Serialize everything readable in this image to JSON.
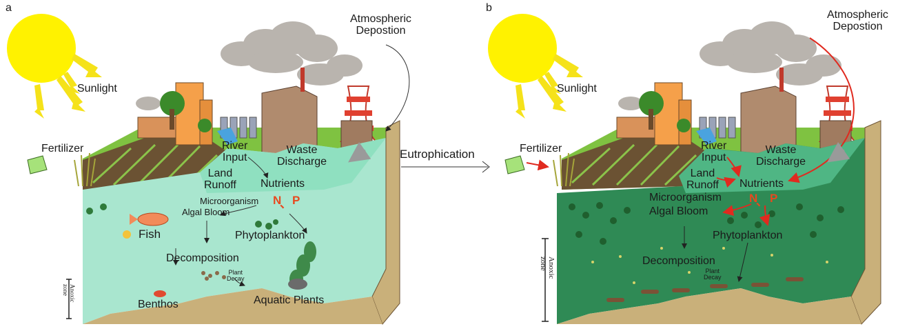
{
  "panel_a": {
    "letter": "a",
    "sunlight": "Sunlight",
    "atmospheric": [
      "Atmospheric",
      "Depostion"
    ],
    "fertilizer": "Fertilizer",
    "river_input": [
      "River",
      "Input"
    ],
    "waste_discharge": [
      "Waste",
      "Discharge"
    ],
    "land_runoff": [
      "Land",
      "Runoff"
    ],
    "nutrients": "Nutrients",
    "microorganism": "Microorganism",
    "n": "N",
    "sep": "、",
    "p": "P",
    "algal_bloom": "Algal Bloom",
    "fish": "Fish",
    "phytoplankton": "Phytoplankton",
    "decomposition": "Decomposition",
    "plant_decay": [
      "Plant",
      "Decay"
    ],
    "benthos": "Benthos",
    "aquatic_plants": "Aquatic Plants",
    "anoxic_zone": [
      "Anoxic",
      "zone"
    ]
  },
  "center_label": "Eutrophication",
  "panel_b": {
    "letter": "b",
    "sunlight": "Sunlight",
    "atmospheric": [
      "Atmospheric",
      "Depostion"
    ],
    "fertilizer": "Fertilizer",
    "river_input": [
      "River",
      "Input"
    ],
    "waste_discharge": [
      "Waste",
      "Discharge"
    ],
    "land_runoff": [
      "Land",
      "Runoff"
    ],
    "nutrients": "Nutrients",
    "microorganism": "Microorganism",
    "n": "N",
    "sep": "、",
    "p": "P",
    "algal_bloom": "Algal Bloom",
    "phytoplankton": "Phytoplankton",
    "decomposition": "Decomposition",
    "plant_decay": [
      "Plant",
      "Decay"
    ],
    "anoxic_zone": [
      "Anoxic",
      "zone"
    ]
  },
  "colors": {
    "sun": "#fff200",
    "sun_ray": "#f5e21a",
    "water_clear": "#a9e6cf",
    "water_surface_a": "#8fe0c0",
    "water_eutrophic": "#2f8a55",
    "water_surface_b": "#4fb684",
    "sediment": "#c9b07a",
    "grass": "#7fc241",
    "soil": "#6b5233",
    "cloud": "#b9b4ae",
    "factory": "#b08b6e",
    "red_arrow": "#e02a1f",
    "nutrient_text": "#e8491f"
  }
}
